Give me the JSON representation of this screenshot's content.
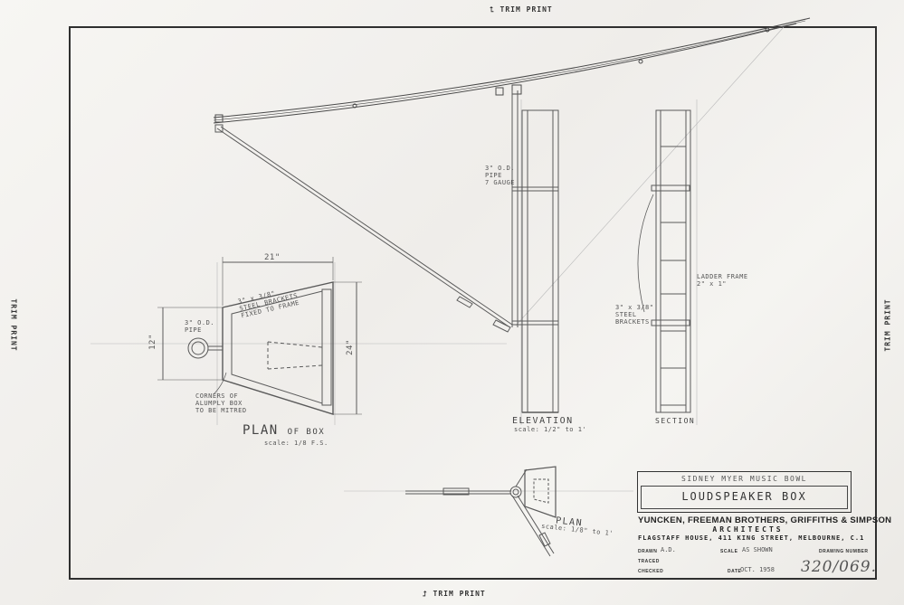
{
  "trim": {
    "label": "TRIM PRINT"
  },
  "labels": {
    "pipe_note": [
      "3\" O.D.",
      "PIPE",
      "7 GAUGE"
    ],
    "ladder_frame": [
      "LADDER FRAME",
      "2\" x 1\""
    ],
    "steel_brackets_section": [
      "3\" x 3/8\"",
      "STEEL",
      "BRACKETS"
    ],
    "steel_brackets_plan": [
      "3\" x 3/8\"",
      "STEEL BRACKETS",
      "FIXED TO FRAME"
    ],
    "pipe_plan": [
      "3\" O.D.",
      "PIPE"
    ],
    "corners": [
      "CORNERS OF",
      "ALUMPLY BOX",
      "TO BE MITRED"
    ],
    "dim_21": "21\"",
    "dim_12": "12\"",
    "dim_24": "24\""
  },
  "views": {
    "plan_box_title": "PLAN",
    "plan_box_suffix": "OF BOX",
    "plan_box_scale": "scale: 1/8 F.S.",
    "elevation_title": "ELEVATION",
    "elevation_scale": "scale: 1/2\" to 1'",
    "section_title": "SECTION",
    "plan_title": "PLAN",
    "plan_scale": "scale: 1/8\" to 1'"
  },
  "title_block": {
    "project": "SIDNEY MYER MUSIC BOWL",
    "drawing_title": "LOUDSPEAKER BOX",
    "firm": "YUNCKEN, FREEMAN BROTHERS, GRIFFITHS & SIMPSON",
    "architects": "ARCHITECTS",
    "address": "FLAGSTAFF HOUSE, 411 KING STREET, MELBOURNE, C.1",
    "drawn_label": "DRAWN",
    "drawn_value": "A.D.",
    "scale_label": "SCALE",
    "scale_value": "AS SHOWN",
    "drawing_number_label": "DRAWING NUMBER",
    "traced_label": "TRACED",
    "checked_label": "CHECKED",
    "date_label": "DATE",
    "date_value": "OCT. 1958",
    "drawing_number": "320/069."
  }
}
